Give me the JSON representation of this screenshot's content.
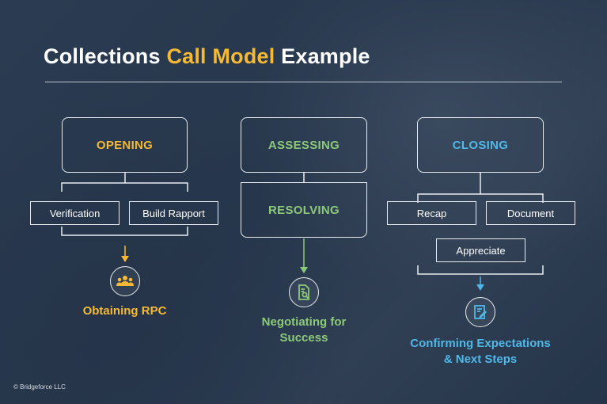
{
  "title": {
    "part1": "Collections ",
    "highlight": "Call Model",
    "part2": " Example"
  },
  "columns": {
    "opening": {
      "label": "OPENING",
      "steps": [
        "Verification",
        "Build Rapport"
      ],
      "outcome": "Obtaining RPC",
      "icon": "group-icon"
    },
    "assessing": {
      "label": "ASSESSING",
      "second_label": "RESOLVING",
      "outcome_line1": "Negotiating for",
      "outcome_line2": "Success",
      "icon": "document-search-icon"
    },
    "closing": {
      "label": "CLOSING",
      "steps": [
        "Recap",
        "Document",
        "Appreciate"
      ],
      "outcome_line1": "Confirming Expectations",
      "outcome_line2": "& Next Steps",
      "icon": "notepad-edit-icon"
    }
  },
  "colors": {
    "opening": "#f5b935",
    "assessing": "#8cc97a",
    "closing": "#4fb8e8",
    "line": "#e8ecf0"
  },
  "copyright": "© Bridgeforce LLC"
}
